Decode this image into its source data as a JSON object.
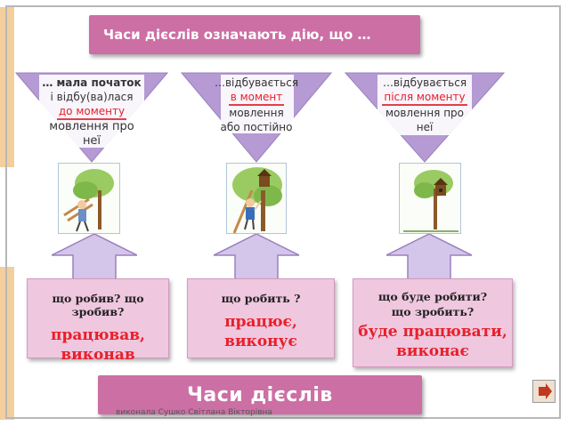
{
  "title": "Часи дієслів означають дію, що …",
  "footer_title": "Часи дієслів",
  "credit": "виконала Сушко Світлана Вікторівна",
  "colors": {
    "banner": "#cc6fa4",
    "triangle": "#b59ad4",
    "box": "#efc7df",
    "accent_red": "#e8202a"
  },
  "columns": [
    {
      "tri_line1": "… мала початок",
      "tri_line2": "і відбу(ва)лася",
      "tri_red": "до моменту",
      "tri_line3": "мовлення про",
      "tri_line4": "неї",
      "question": "що робив? що зробив?",
      "answer1": "працював,",
      "answer2": "виконав"
    },
    {
      "tri_line1": "…відбувається",
      "tri_red": "в момент",
      "tri_line2": "мовлення",
      "tri_line3": "або постійно",
      "question": "що робить ?",
      "answer1": "працює,",
      "answer2": "виконує"
    },
    {
      "tri_line1": "…відбувається",
      "tri_red": "після моменту",
      "tri_line2": "мовлення про",
      "tri_line3": "неї",
      "question1": "що буде робити?",
      "question2": "що зробить?",
      "answer1": "буде працювати,",
      "answer2": "виконає"
    }
  ],
  "icons": {
    "nav": "next-arrow-icon",
    "pictures": [
      "worker-with-ladder-tree",
      "worker-building-birdhouse",
      "birdhouse-on-tree"
    ]
  }
}
